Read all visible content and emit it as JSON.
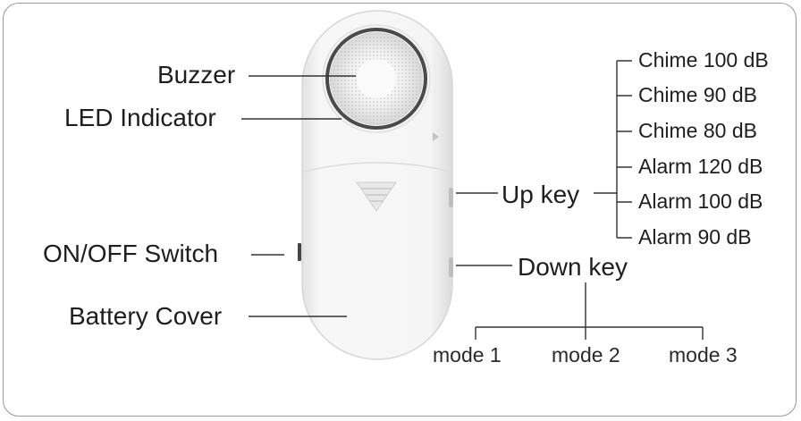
{
  "labels": {
    "buzzer": "Buzzer",
    "led_indicator": "LED Indicator",
    "on_off_switch": "ON/OFF Switch",
    "battery_cover": "Battery Cover",
    "up_key": "Up key",
    "down_key": "Down key"
  },
  "up_key_options": [
    "Chime 100 dB",
    "Chime 90 dB",
    "Chime 80 dB",
    "Alarm 120 dB",
    "Alarm 100 dB",
    "Alarm 90 dB"
  ],
  "down_key_modes": [
    "mode 1",
    "mode 2",
    "mode 3"
  ],
  "colors": {
    "device_body": "#f4f4f4",
    "device_outline": "#d6d6d6",
    "buzzer_ring": "#4a4a4a",
    "leader_lines": "#333333",
    "frame": "#9a9a9a"
  }
}
